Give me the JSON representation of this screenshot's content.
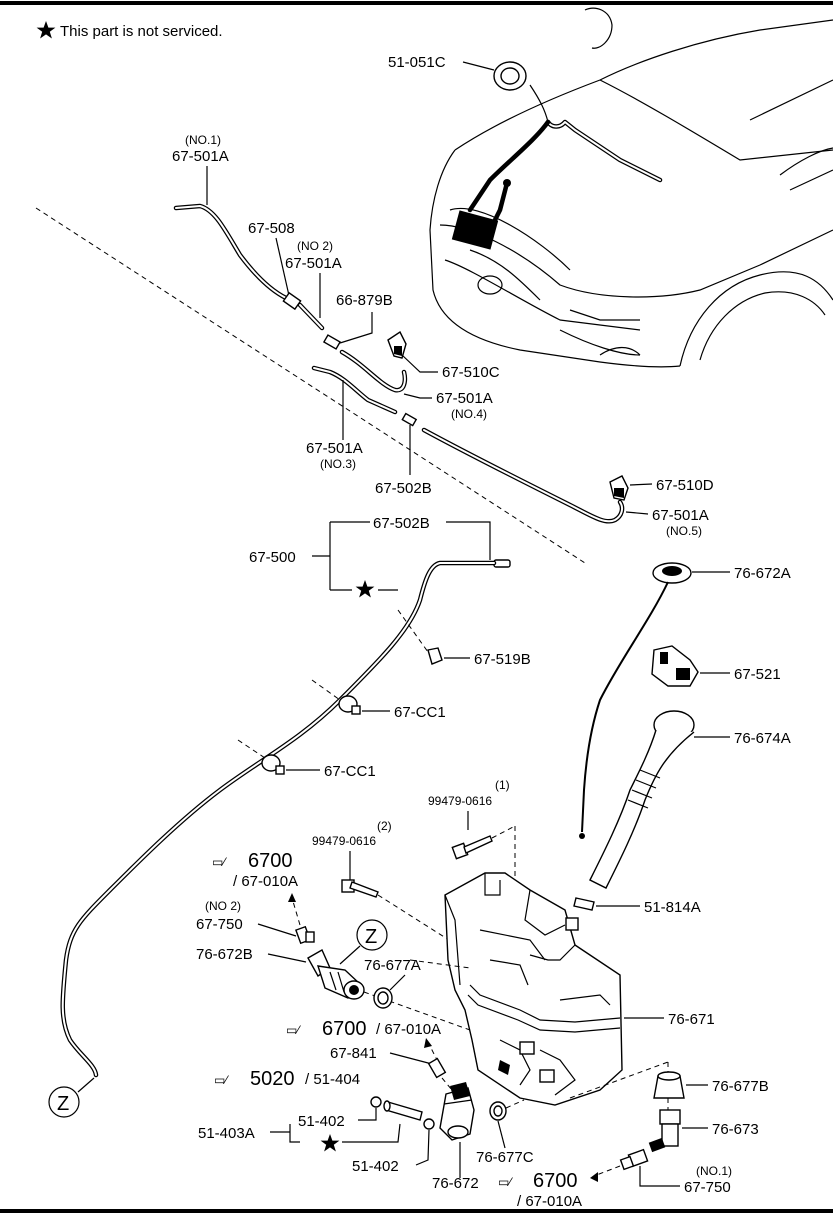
{
  "note": "This part is not serviced.",
  "labels": {
    "p51_051c": "51-051C",
    "p67_501a_no1": "67-501A",
    "no1": "(NO.1)",
    "p67_508": "67-508",
    "no2a": "(NO 2)",
    "p67_501a_no2": "67-501A",
    "p66_879b": "66-879B",
    "p67_510c": "67-510C",
    "p67_501a_no4": "67-501A",
    "no4": "(NO.4)",
    "p67_501a_no3": "67-501A",
    "no3": "(NO.3)",
    "p67_502b_a": "67-502B",
    "p67_510d": "67-510D",
    "p67_501a_no5": "67-501A",
    "no5": "(NO.5)",
    "p67_502b_b": "67-502B",
    "p67_500": "67-500",
    "p76_672a": "76-672A",
    "p67_519b": "67-519B",
    "p67_521": "67-521",
    "p67_cc1_a": "67-CC1",
    "p76_674a": "76-674A",
    "p67_cc1_b": "67-CC1",
    "qty1": "(1)",
    "p99479_0616_a": "99479-0616",
    "qty2": "(2)",
    "p99479_0616_b": "99479-0616",
    "ref6700_a": "6700",
    "ref67_010a_a": "/ 67-010A",
    "no2b": "(NO 2)",
    "p67_750_no2": "67-750",
    "z_a": "Z",
    "p76_672b": "76-672B",
    "p51_814a": "51-814A",
    "p76_677a": "76-677A",
    "p76_671": "76-671",
    "ref6700_b": "6700",
    "ref67_010a_b": "/ 67-010A",
    "p67_841": "67-841",
    "ref5020": "5020",
    "ref51_404": "/ 51-404",
    "p76_677b": "76-677B",
    "p51_402_a": "51-402",
    "p51_403a": "51-403A",
    "p76_673": "76-673",
    "p51_402_b": "51-402",
    "p76_677c": "76-677C",
    "no1b": "(NO.1)",
    "p76_672": "76-672",
    "ref6700_c": "6700",
    "p67_750_no1": "67-750",
    "ref67_010a_c": "/ 67-010A",
    "z_b": "Z"
  },
  "icons": {
    "star": "star-icon",
    "book": "reference-book-icon"
  }
}
